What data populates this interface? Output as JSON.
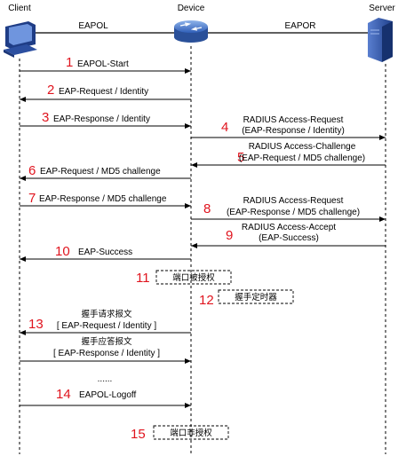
{
  "actors": {
    "client": "Client",
    "device": "Device",
    "server": "Server"
  },
  "links": {
    "left": "EAPOL",
    "right": "EAPOR"
  },
  "steps": {
    "s1": {
      "num": "1",
      "label": "EAPOL-Start"
    },
    "s2": {
      "num": "2",
      "label": "EAP-Request / Identity"
    },
    "s3": {
      "num": "3",
      "label": "EAP-Response / Identity"
    },
    "s4": {
      "num": "4",
      "line1": "RADIUS Access-Request",
      "line2": "(EAP-Response / Identity)"
    },
    "s5": {
      "num": "5",
      "line1": "RADIUS Access-Challenge",
      "line2": "(EAP-Request / MD5 challenge)"
    },
    "s6": {
      "num": "6",
      "label": "EAP-Request / MD5 challenge"
    },
    "s7": {
      "num": "7",
      "label": "EAP-Response / MD5 challenge"
    },
    "s8": {
      "num": "8",
      "line1": "RADIUS Access-Request",
      "line2": "(EAP-Response / MD5 challenge)"
    },
    "s9": {
      "num": "9",
      "line1": "RADIUS Access-Accept",
      "line2": "(EAP-Success)"
    },
    "s10": {
      "num": "10",
      "label": "EAP-Success"
    },
    "s11": {
      "num": "11",
      "box": "端口被授权"
    },
    "s12": {
      "num": "12",
      "box": "握手定时器"
    },
    "s13": {
      "num": "13",
      "line1": "握手请求报文",
      "line2": "[ EAP-Request / Identity ]"
    },
    "reply": {
      "line1": "握手应答报文",
      "line2": "[ EAP-Response / Identity ]"
    },
    "ellipsis": "......",
    "s14": {
      "num": "14",
      "label": "EAPOL-Logoff"
    },
    "s15": {
      "num": "15",
      "box": "端口非授权"
    }
  },
  "colors": {
    "step_number": "#e0141e",
    "arrow": "#000000",
    "lifeline": "#000000",
    "client_icon": "#2a4fa0",
    "server_icon": "#2a4fa0",
    "device_icon": "#3d6fc4"
  },
  "icons": {
    "client": "desktop-computer-icon",
    "device": "network-switch-icon",
    "server": "server-tower-icon"
  }
}
